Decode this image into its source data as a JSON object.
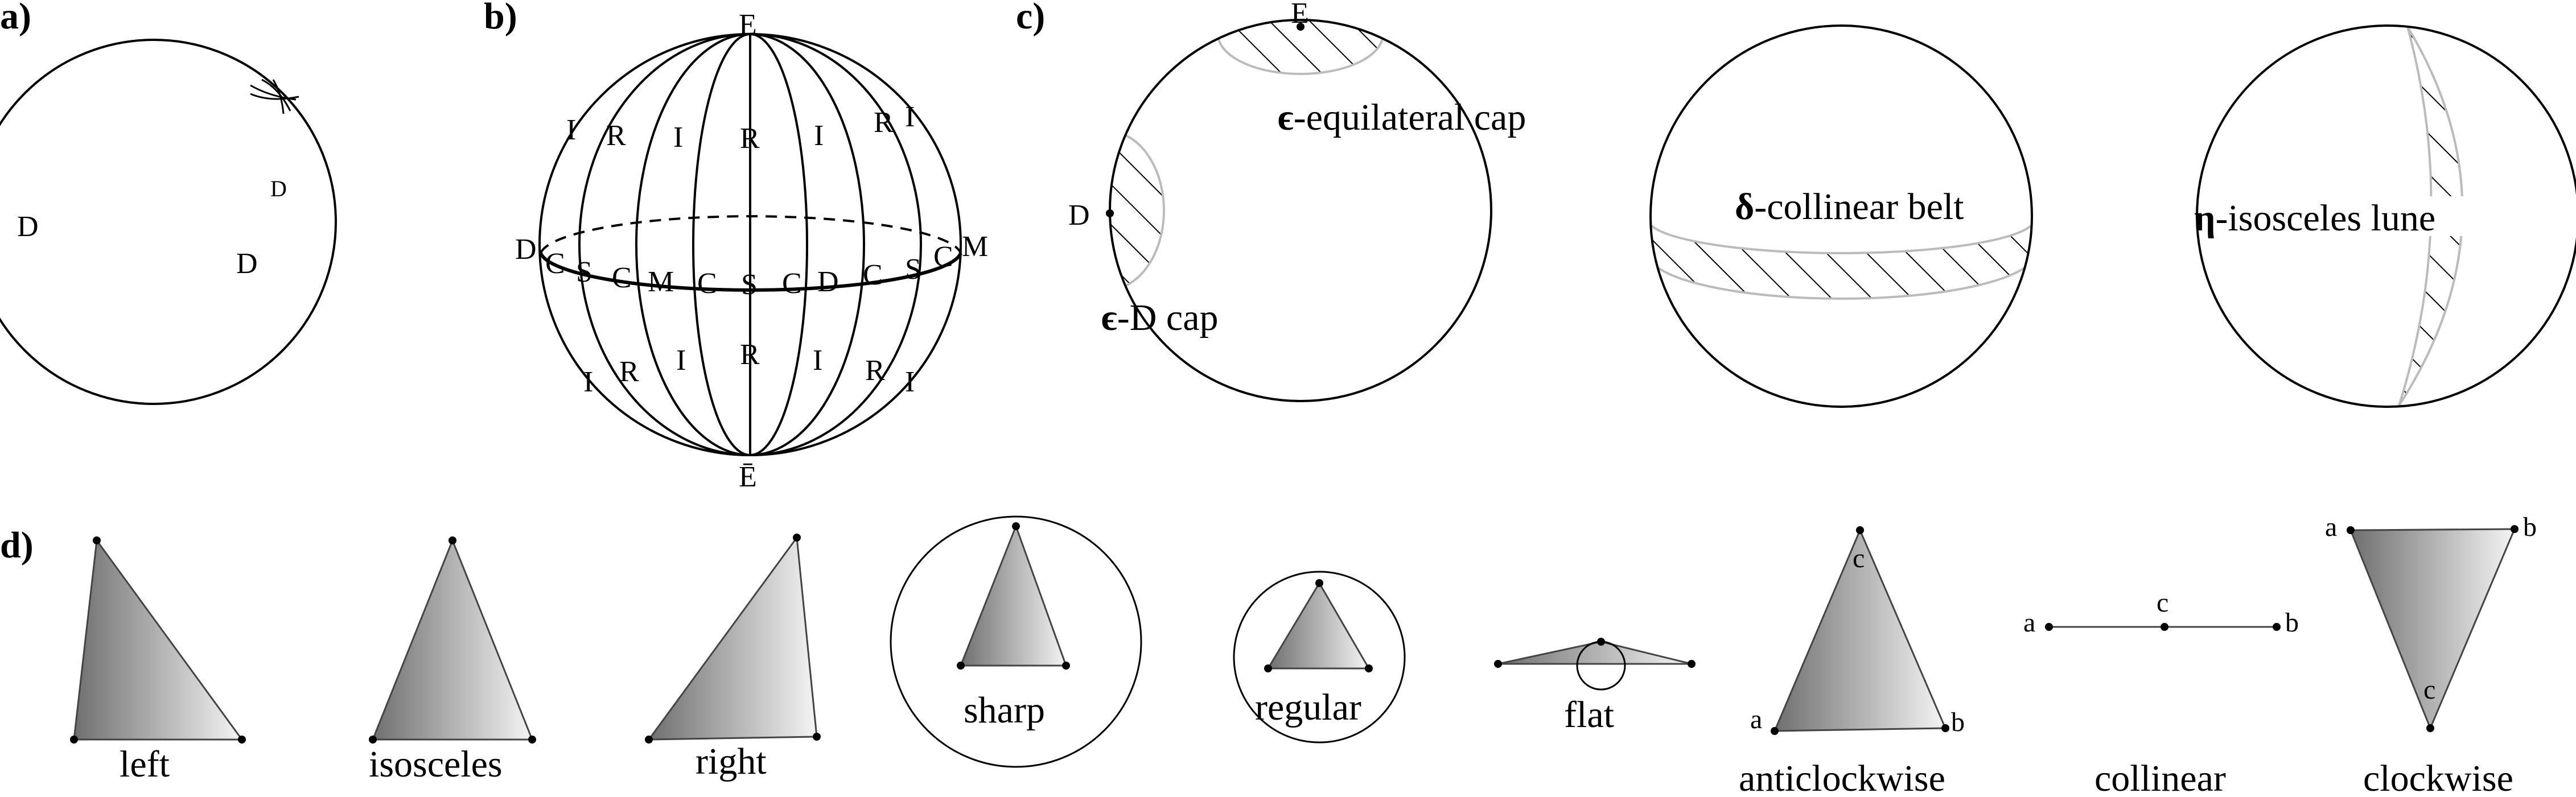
{
  "panels": {
    "a": {
      "label": "a)",
      "marks": [
        "D",
        "D",
        "D"
      ]
    },
    "b": {
      "label": "b)",
      "pole_top": "E",
      "pole_bottom": "Ē",
      "equator_left": "D",
      "equator_right": "M",
      "equator_letters": [
        "C",
        "S",
        "C",
        "M",
        "C",
        "S",
        "C",
        "D",
        "C",
        "S",
        "C"
      ],
      "upper_letters": [
        "I",
        "R",
        "I",
        "R",
        "I",
        "R",
        "I"
      ],
      "lower_letters": [
        "I",
        "R",
        "I",
        "R",
        "I",
        "R",
        "I"
      ]
    },
    "c": {
      "label": "c)",
      "pole": "E",
      "d_point": "D",
      "cap_label_prefix": "ϵ",
      "cap_label_text": "-equilateral cap",
      "dcap_label_prefix": "ϵ",
      "dcap_label_text": "-D cap",
      "belt_label_prefix": "δ",
      "belt_label_text": "-collinear belt",
      "lune_label_prefix": "η",
      "lune_label_text": "-isosceles lune"
    },
    "d": {
      "label": "d)",
      "triangles": [
        "left",
        "isosceles",
        "right",
        "sharp",
        "regular",
        "flat",
        "anticlockwise",
        "collinear",
        "clockwise"
      ],
      "points": {
        "a": "a",
        "b": "b",
        "c": "c"
      }
    }
  },
  "colors": {
    "stroke": "#000000",
    "grey_line": "#bbbbbb",
    "grad_dark": "#6f6f6f",
    "grad_light": "#f4f4f4"
  }
}
